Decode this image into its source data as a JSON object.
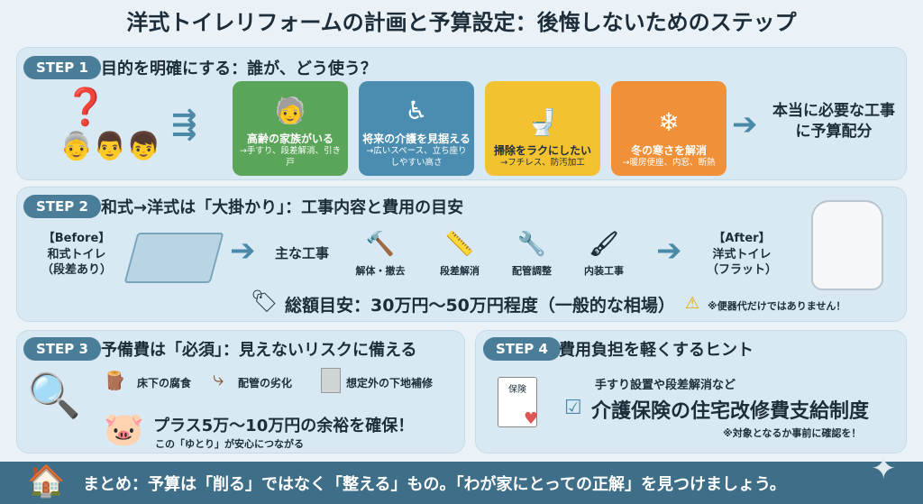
{
  "title": "洋式トイレリフォームの計画と予算設定：後悔しないためのステップ",
  "step1": {
    "badge": "STEP 1",
    "heading": "目的を明確にする：誰が、どう使う？",
    "cards": [
      {
        "title": "高齢の家族がいる",
        "sub": "→手すり、段差解消、引き戸",
        "color": "#5aa55a",
        "icon": "elderly-icon"
      },
      {
        "title": "将来の介護を見据える",
        "sub": "→広いスペース、立ち座りしやすい高さ",
        "color": "#4b8db0",
        "icon": "wheelchair-icon"
      },
      {
        "title": "掃除をラクにしたい",
        "sub": "→フチレス、防汚加工",
        "color": "#f2c230",
        "icon": "toilet-broom-icon"
      },
      {
        "title": "冬の寒さを解消",
        "sub": "→暖房便座、内窓、断熱",
        "color": "#f0913a",
        "icon": "heater-icon"
      }
    ],
    "result": "本当に必要な工事に予算配分"
  },
  "step2": {
    "badge": "STEP 2",
    "heading": "和式→洋式は「大掛かり」：工事内容と費用の目安",
    "before": {
      "label": "【Before】",
      "name": "和式トイレ",
      "note": "（段差あり）"
    },
    "main_work": "主な工事",
    "works": [
      "解体・撤去",
      "段差解消",
      "配管調整",
      "内装工事"
    ],
    "after": {
      "label": "【After】",
      "name": "洋式トイレ",
      "note": "（フラット）"
    },
    "total": "総額目安：30万円〜50万円程度（一般的な相場）",
    "warning": "※便器代だけではありません！"
  },
  "step3": {
    "badge": "STEP 3",
    "heading": "予備費は「必須」：見えないリスクに備える",
    "risks": [
      "床下の腐食",
      "配管の劣化",
      "想定外の下地補修"
    ],
    "reserve": "プラス5万〜10万円の余裕を確保！",
    "reserve_note": "この「ゆとり」が安心につながる"
  },
  "step4": {
    "badge": "STEP 4",
    "heading": "費用負担を軽くするヒント",
    "doc_label": "保険",
    "lead": "手すり設置や段差解消など",
    "program": "介護保険の住宅改修費支給制度",
    "note": "※対象となるか事前に確認を！"
  },
  "footer": "まとめ：予算は「削る」ではなく「整える」もの。「わが家にとっての正解」を見つけましょう。"
}
